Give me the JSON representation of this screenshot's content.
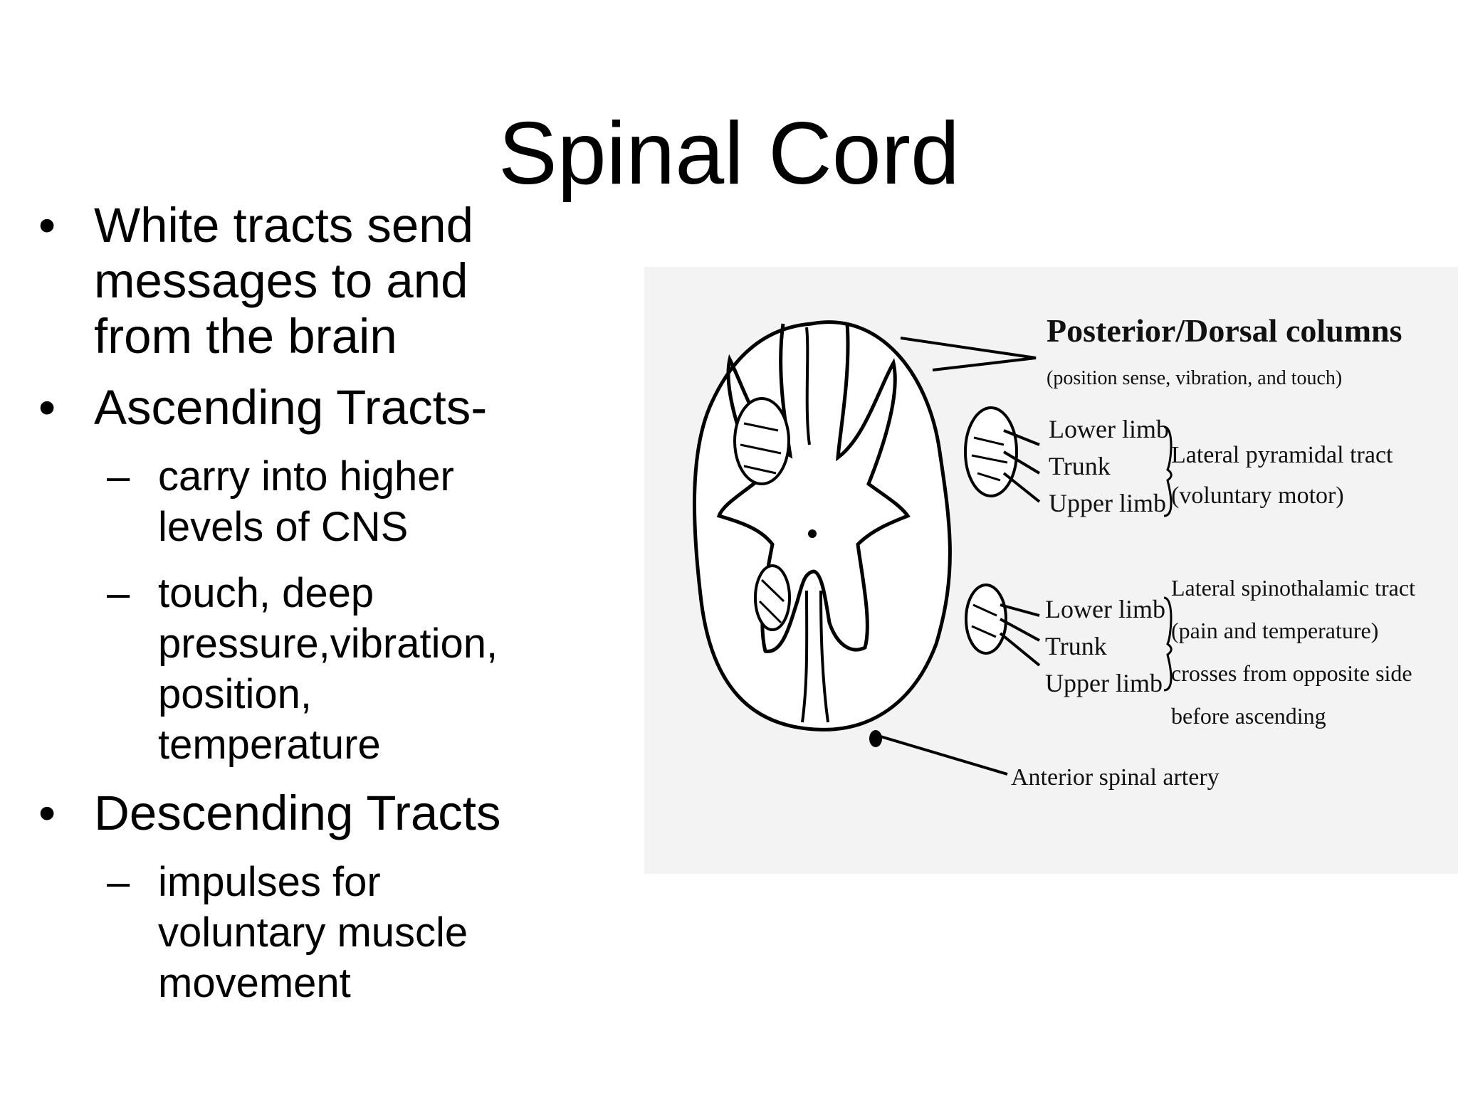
{
  "slide": {
    "title": "Spinal Cord"
  },
  "bullets": [
    {
      "text": "White tracts send messages to and from the brain",
      "lines": [
        "White tracts send",
        "messages to and",
        "from the brain"
      ],
      "sub": []
    },
    {
      "text": "Ascending Tracts-",
      "lines": [
        "Ascending Tracts-"
      ],
      "sub": [
        {
          "lines": [
            "carry into higher",
            "levels of CNS"
          ]
        },
        {
          "lines": [
            "touch, deep",
            "pressure,vibration,",
            "position,",
            "temperature"
          ]
        }
      ]
    },
    {
      "text": "Descending Tracts",
      "lines": [
        "Descending Tracts"
      ],
      "sub": [
        {
          "lines": [
            "impulses for",
            "voluntary muscle",
            "movement"
          ]
        }
      ]
    }
  ],
  "figure": {
    "posterior_label": "Posterior/Dorsal columns",
    "posterior_note": "(position sense, vibration, and touch)",
    "pyramidal": {
      "limbs": [
        "Lower limb",
        "Trunk",
        "Upper limb"
      ],
      "name": "Lateral pyramidal tract",
      "note": "(voluntary motor)"
    },
    "spinothalamic": {
      "limbs": [
        "Lower limb",
        "Trunk",
        "Upper limb"
      ],
      "name": "Lateral spinothalamic tract",
      "note": "(pain and temperature)",
      "note2": "crosses from opposite side",
      "note3": "before ascending"
    },
    "artery_label": "Anterior spinal artery"
  },
  "colors": {
    "background": "#ffffff",
    "text": "#000000",
    "figure_background": "#f3f3f3"
  }
}
